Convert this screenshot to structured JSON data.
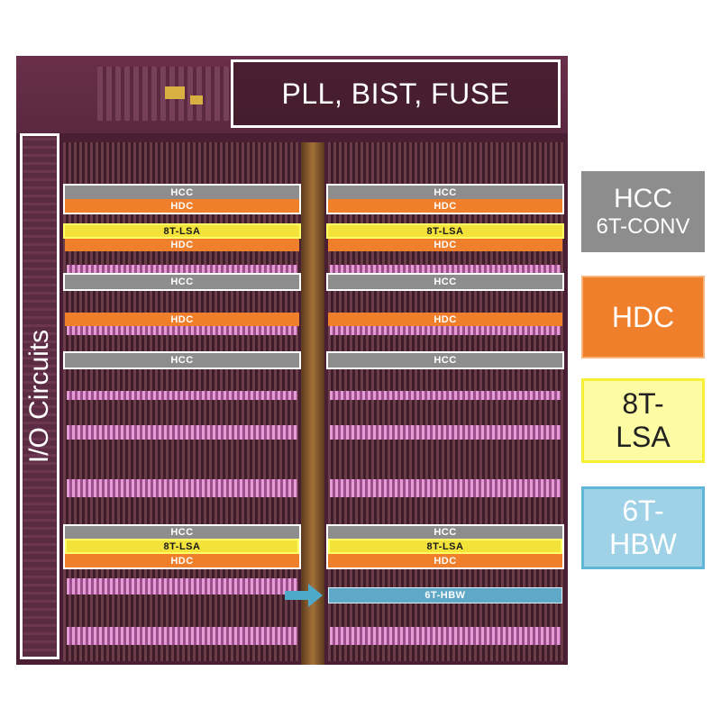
{
  "die": {
    "top_label": "PLL, BIST, FUSE",
    "io_label": "I/O Circuits",
    "left_core": {
      "hcc_a": "HCC",
      "hdc_a": "HDC",
      "lsa_a": "8T-LSA",
      "hdc_b": "HDC",
      "hcc_b": "HCC",
      "hdc_c": "HDC",
      "hcc_c": "HCC",
      "hcc_d": "HCC",
      "lsa_b": "8T-LSA",
      "hdc_d": "HDC"
    },
    "right_core": {
      "hcc_a": "HCC",
      "hdc_a": "HDC",
      "lsa_a": "8T-LSA",
      "hdc_b": "HDC",
      "hcc_b": "HCC",
      "hdc_c": "HDC",
      "hcc_c": "HCC",
      "hcc_d": "HCC",
      "lsa_b": "8T-LSA",
      "hdc_d": "HDC",
      "hbw": "6T-HBW"
    }
  },
  "legend": {
    "hcc": {
      "line1": "HCC",
      "line2": "6T-CONV",
      "color": "#8d8d8d"
    },
    "hdc": {
      "line1": "HDC",
      "color": "#ef7f2b"
    },
    "lsa": {
      "line1": "8T-",
      "line2": "LSA",
      "color": "#fdfba3"
    },
    "hbw": {
      "line1": "6T-",
      "line2": "HBW",
      "color": "#9fd2e6"
    }
  }
}
